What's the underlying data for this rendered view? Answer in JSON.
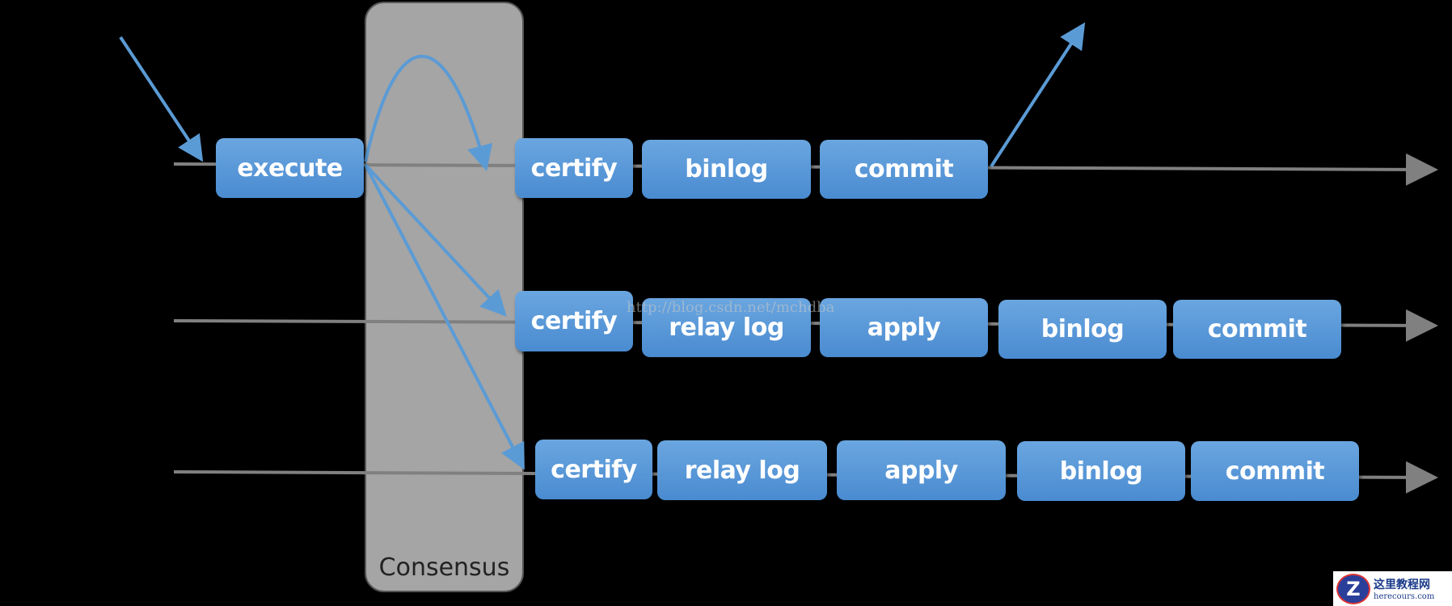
{
  "consensus_label": "Consensus",
  "rows": [
    {
      "boxes": [
        "execute",
        "certify",
        "binlog",
        "commit"
      ]
    },
    {
      "boxes": [
        "certify",
        "relay log",
        "apply",
        "binlog",
        "commit"
      ]
    },
    {
      "boxes": [
        "certify",
        "relay log",
        "apply",
        "binlog",
        "commit"
      ]
    }
  ],
  "watermark": "http://blog.csdn.net/mchdba",
  "logo": {
    "title": "这里教程网",
    "site": "herecours.com"
  },
  "colors": {
    "box": "#5b9bd5",
    "arrow": "#5b9bd5",
    "timeline": "#808080",
    "consensus": "#a5a5a5"
  }
}
